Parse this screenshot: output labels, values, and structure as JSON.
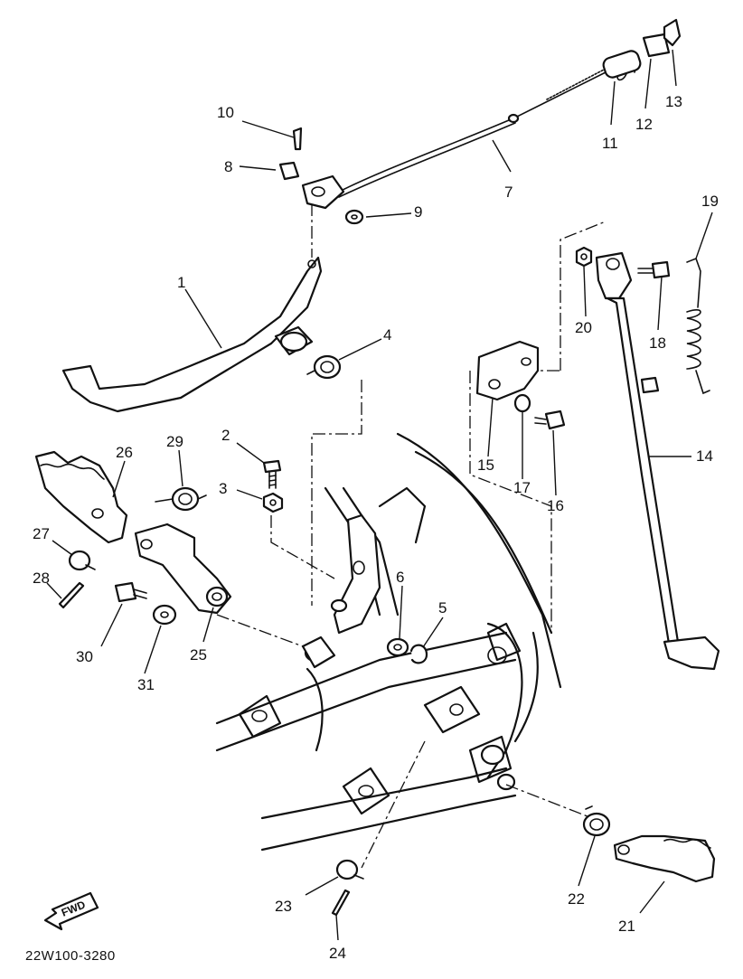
{
  "diagram": {
    "part_numbers": [
      "1",
      "2",
      "3",
      "4",
      "5",
      "6",
      "7",
      "8",
      "9",
      "10",
      "11",
      "12",
      "13",
      "14",
      "15",
      "16",
      "17",
      "18",
      "19",
      "20",
      "21",
      "22",
      "23",
      "24",
      "25",
      "26",
      "27",
      "28",
      "29",
      "30",
      "31"
    ],
    "fwd_label": "FWD",
    "drawing_code": "22W100-3280"
  }
}
